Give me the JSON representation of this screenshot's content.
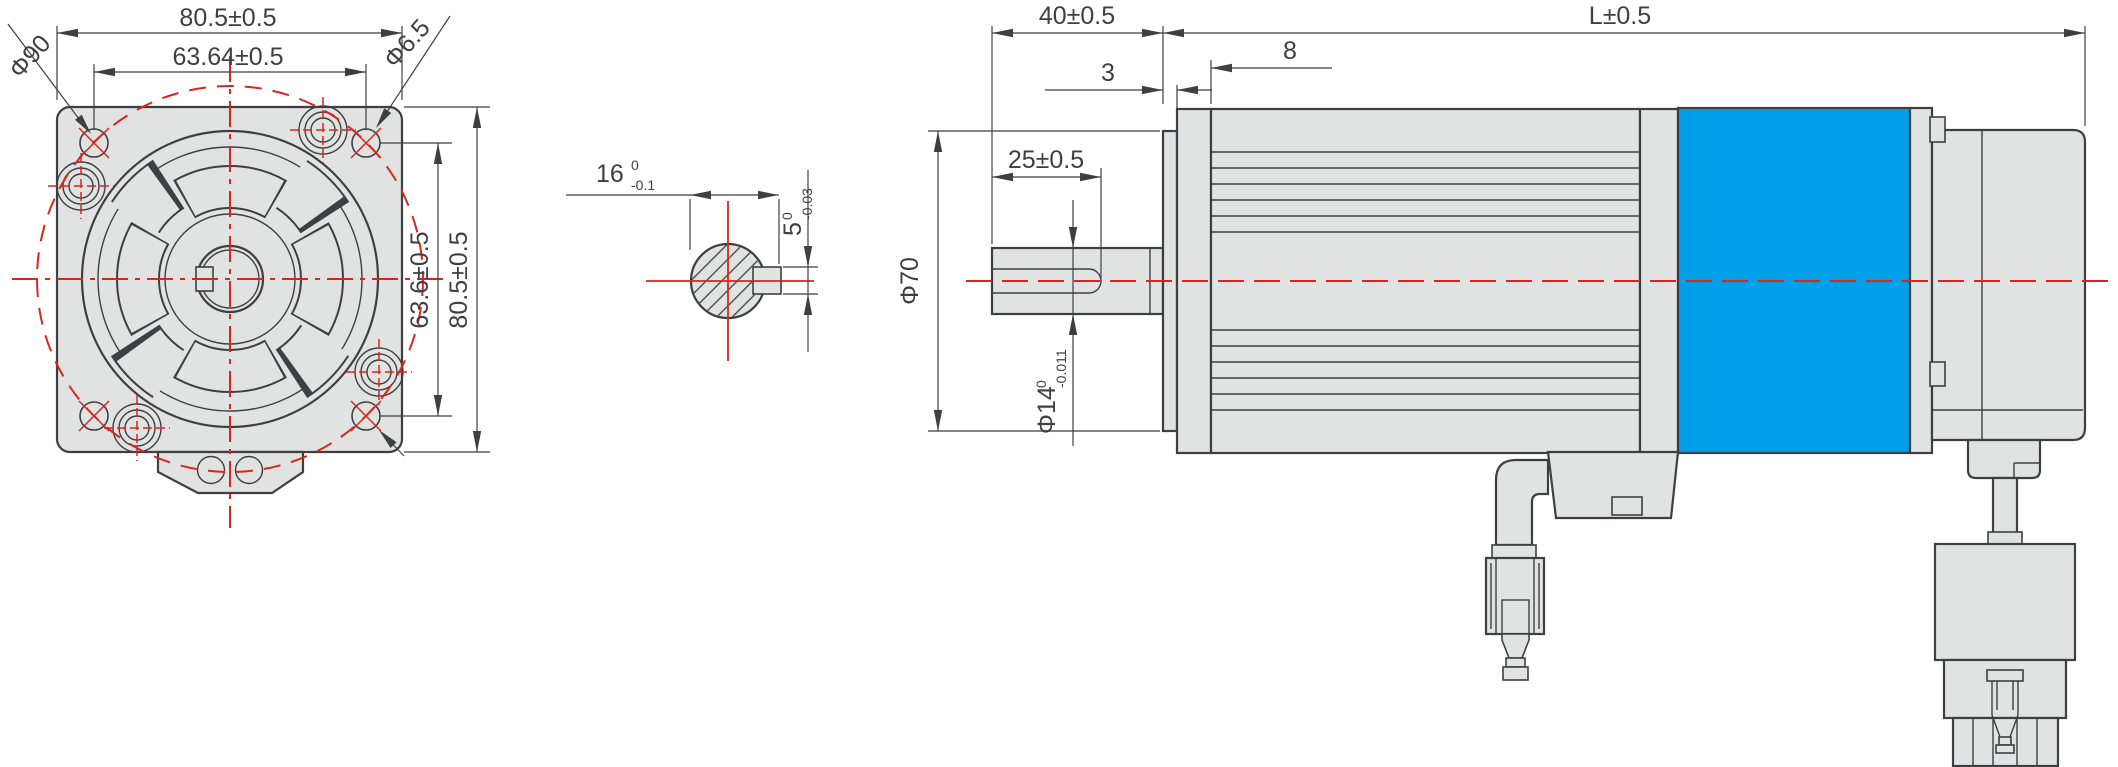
{
  "front_view": {
    "dim_width_outer": "80.5±0.5",
    "dim_width_inner": "63.64±0.5",
    "label_bolt_circle": "Φ90",
    "label_hole_dia": "Φ6.5",
    "dim_height_inner": "63.6±0.5",
    "dim_height_outer": "80.5±0.5"
  },
  "shaft_section": {
    "dim_across_flats": {
      "value": "16",
      "tol_upper": "0",
      "tol_lower": "-0.1"
    },
    "dim_key_height": {
      "value": "5",
      "tol_upper": "0",
      "tol_lower": "-0.03"
    }
  },
  "side_view": {
    "dim_shaft_ext": "40±0.5",
    "dim_total_length": "L±0.5",
    "dim_pilot_len": "3",
    "dim_flange_thk": "8",
    "dim_key_len": "25±0.5",
    "dim_pilot_dia": "Φ70",
    "dim_shaft_dia": {
      "value": "Φ14",
      "tol_upper": "0",
      "tol_lower": "-0.011"
    }
  },
  "colors": {
    "line": "#3f3f41",
    "fill": "#e1e2e2",
    "blue": "#00a0e8",
    "red": "#d9251c"
  }
}
